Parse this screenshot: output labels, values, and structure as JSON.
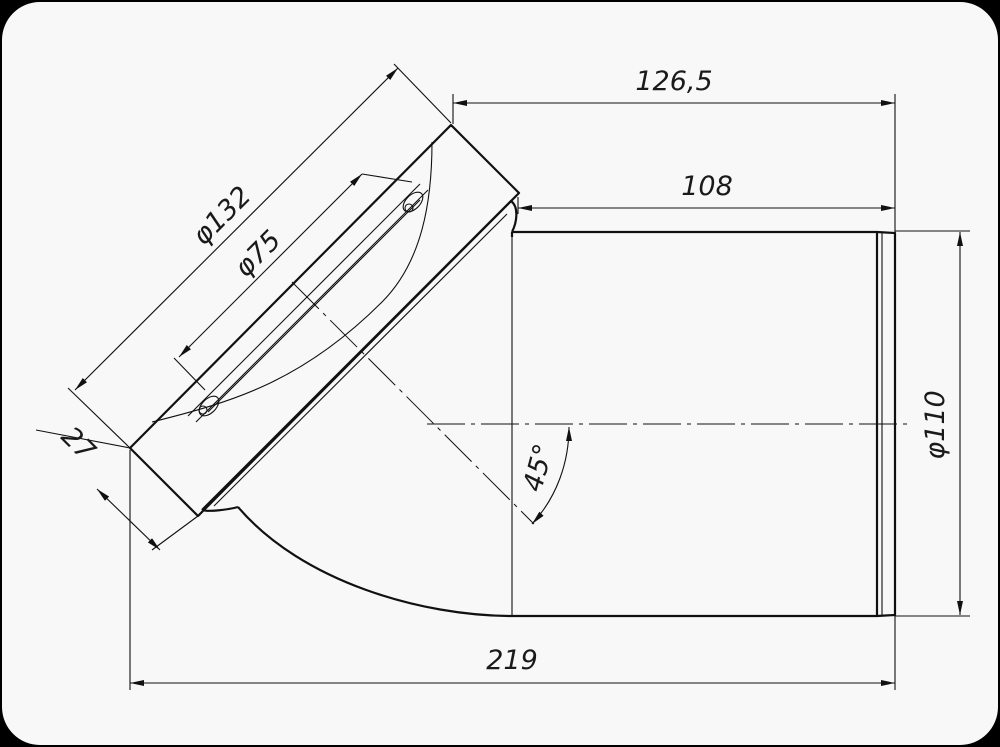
{
  "drawing": {
    "dimensions": {
      "top_length": "126,5",
      "straight_length": "108",
      "outer_diameter": "φ132",
      "inner_diameter": "φ75",
      "socket_depth": "27",
      "angle": "45°",
      "pipe_diameter": "φ110",
      "overall_length": "219"
    }
  }
}
